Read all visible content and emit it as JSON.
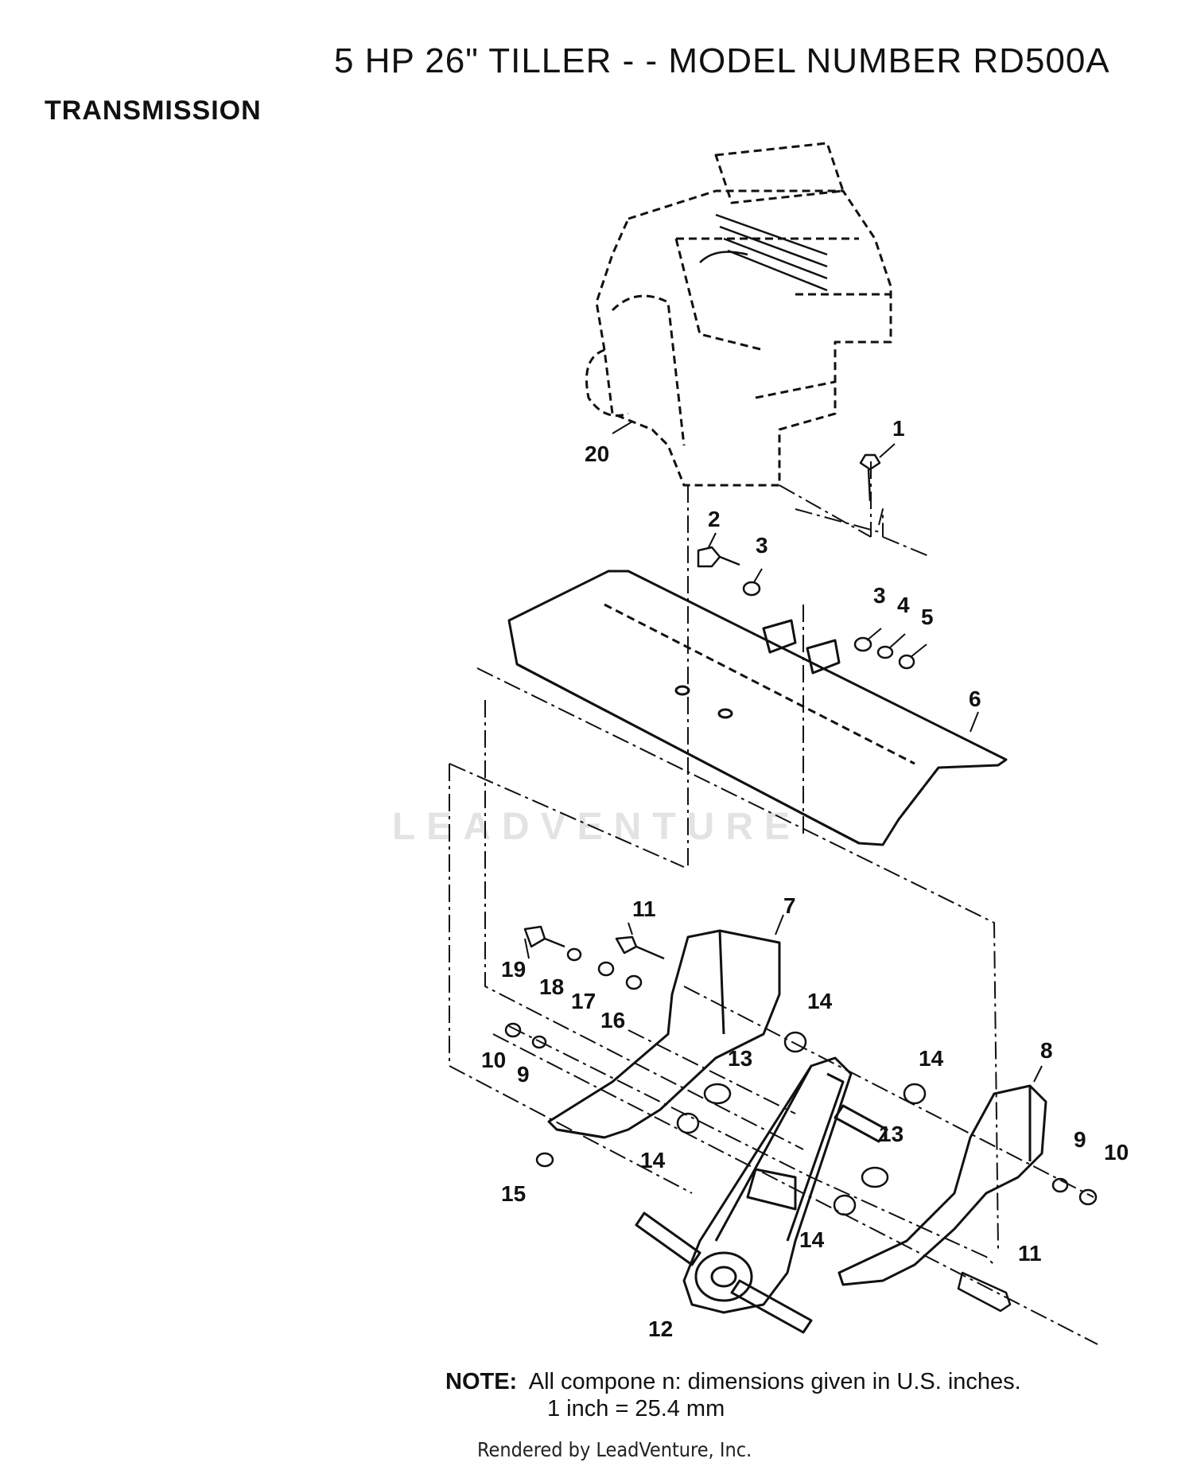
{
  "header": {
    "title": "5 HP  26\" TILLER - - MODEL NUMBER RD500A",
    "section": "TRANSMISSION"
  },
  "callouts": {
    "c1": "1",
    "c2": "2",
    "c3a": "3",
    "c3b": "3",
    "c4": "4",
    "c5": "5",
    "c6": "6",
    "c7": "7",
    "c8": "8",
    "c9a": "9",
    "c9b": "9",
    "c10a": "10",
    "c10b": "10",
    "c11a": "11",
    "c11b": "11",
    "c12": "12",
    "c13a": "13",
    "c13b": "13",
    "c14a": "14",
    "c14b": "14",
    "c14c": "14",
    "c14d": "14",
    "c15": "15",
    "c16": "16",
    "c17": "17",
    "c18": "18",
    "c19": "19",
    "c20": "20"
  },
  "watermark": "LEADVENTURE",
  "note": {
    "label": "NOTE:",
    "line1": "All compone n: dimensions given in U.S. inches.",
    "line2": "1 inch = 25.4 mm"
  },
  "footer": "Rendered by LeadVenture, Inc."
}
